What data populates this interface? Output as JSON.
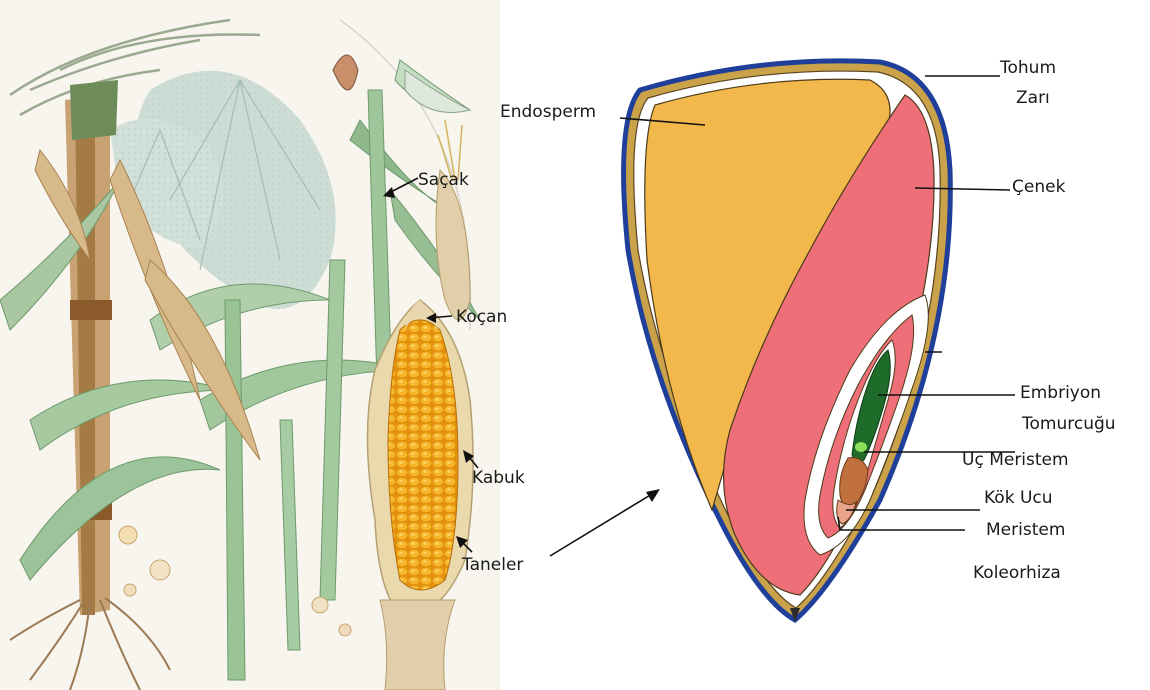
{
  "labels": {
    "sacak": "Saçak",
    "kocan": "Koçan",
    "kabuk": "Kabuk",
    "taneler": "Taneler",
    "endosperm": "Endosperm",
    "tohum": "Tohum",
    "zari": "Zarı",
    "cenek": "Çenek",
    "embriyon": "Embriyon",
    "tomurcugu": "Tomurcuğu",
    "uc_meristem": "Uç Meristem",
    "kok_ucu": "Kök Ucu",
    "meristem": "Meristem",
    "koleorhiza": "Koleorhiza"
  },
  "colors": {
    "seed_coat": "#1f3f9a",
    "seed_coat_inner": "#c9a24a",
    "endosperm": "#f2b84b",
    "scutellum": "#ee6f78",
    "plumule": "#1e6b2a",
    "apical_meristem": "#8ee05a",
    "radicle": "#c0703c",
    "tassel": "#b9cfc8",
    "leaf": "#9cc39a",
    "ear_kernels": "#f0a81c",
    "husk": "#e8d9b0",
    "stalk_brown": "#8a5a2b"
  }
}
